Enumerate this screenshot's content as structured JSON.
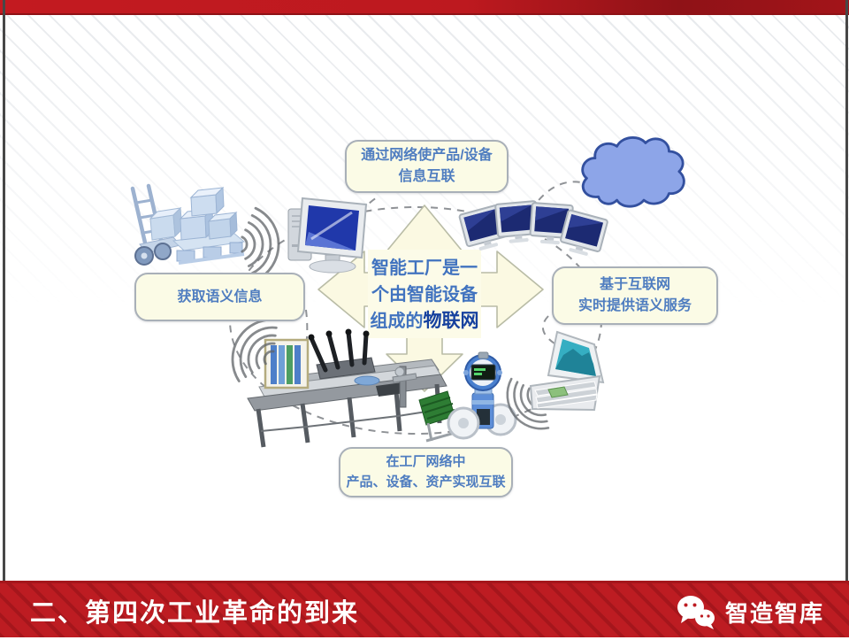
{
  "slide": {
    "footer": {
      "title": "二、第四次工业革命的到来",
      "brand": "智造智库"
    },
    "diagram": {
      "center": {
        "line1": "智能工厂是一",
        "line2": "个由智能设备",
        "line3_prefix": "组成的",
        "line3_highlight": "物联网"
      },
      "boxes": {
        "top": [
          "通过网络使产品/设备",
          "信息互联"
        ],
        "left": [
          "获取语义信息"
        ],
        "right": [
          "基于互联网",
          "实时提供语义服务"
        ],
        "bottom": [
          "在工厂网络中",
          "产品、设备、资产实现互联"
        ]
      },
      "icons": [
        "hand-truck-boxes",
        "wifi-signal",
        "desktop-computer",
        "monitor-array",
        "cloud",
        "production-line",
        "flow-meter",
        "laptop"
      ]
    },
    "colors": {
      "bar_red": "#bd1c22",
      "bar_red_dark": "#8e1216",
      "box_fill": "#fbfbe6",
      "box_border": "#a9b0b8",
      "box_text": "#4f7dc0",
      "center_text": "#4173bf",
      "highlight_text": "#16419e",
      "arrow_fill": "#fbf9e2",
      "arrow_border": "#b9bca6",
      "cloud_fill": "#8da5e8",
      "cloud_border": "#33509f"
    }
  }
}
